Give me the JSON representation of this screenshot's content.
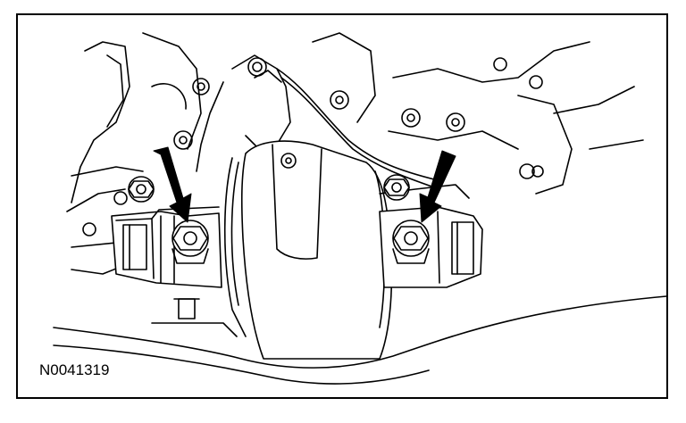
{
  "figure": {
    "id_label": "N0041319",
    "line_color": "#000000",
    "background_color": "#ffffff",
    "callouts": [
      {
        "name": "left-bolt-arrow",
        "icon": "arrow-down-icon"
      },
      {
        "name": "right-bolt-arrow",
        "icon": "arrow-down-icon"
      }
    ]
  }
}
